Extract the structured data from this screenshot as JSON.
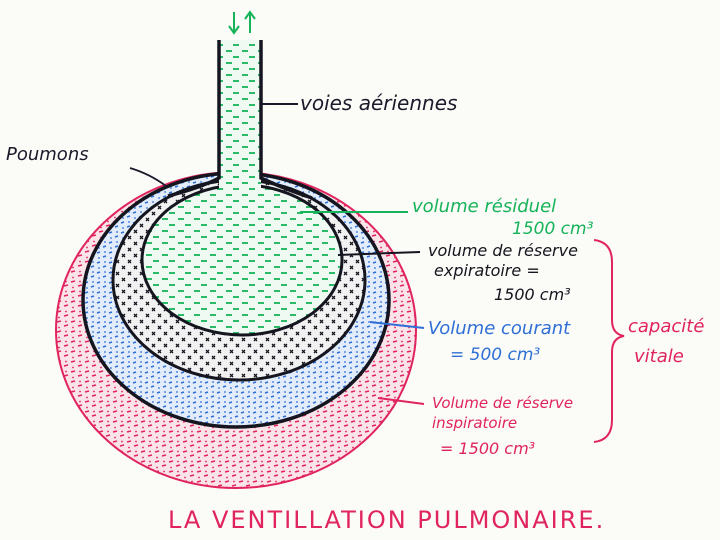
{
  "labels": {
    "airways": "voies aériennes",
    "lungs": "Poumons",
    "residual_title": "volume résiduel",
    "residual_value": "1500 cm³",
    "erv_title_1": "volume de réserve",
    "erv_title_2": "expiratoire =",
    "erv_value": "1500 cm³",
    "tidal_title": "Volume courant",
    "tidal_value": "= 500 cm³",
    "irv_title_1": "Volume de réserve",
    "irv_title_2": "inspiratoire",
    "irv_value": "= 1500 cm³",
    "vital_capacity_1": "capacité",
    "vital_capacity_2": "vitale",
    "title": "LA VENTILLATION PULMONAIRE."
  },
  "colors": {
    "green": "#16b35a",
    "black": "#15151f",
    "blue": "#2f6fd6",
    "red": "#e0245e",
    "ink": "#1a1a2a",
    "bg": "#fbfbf7"
  }
}
